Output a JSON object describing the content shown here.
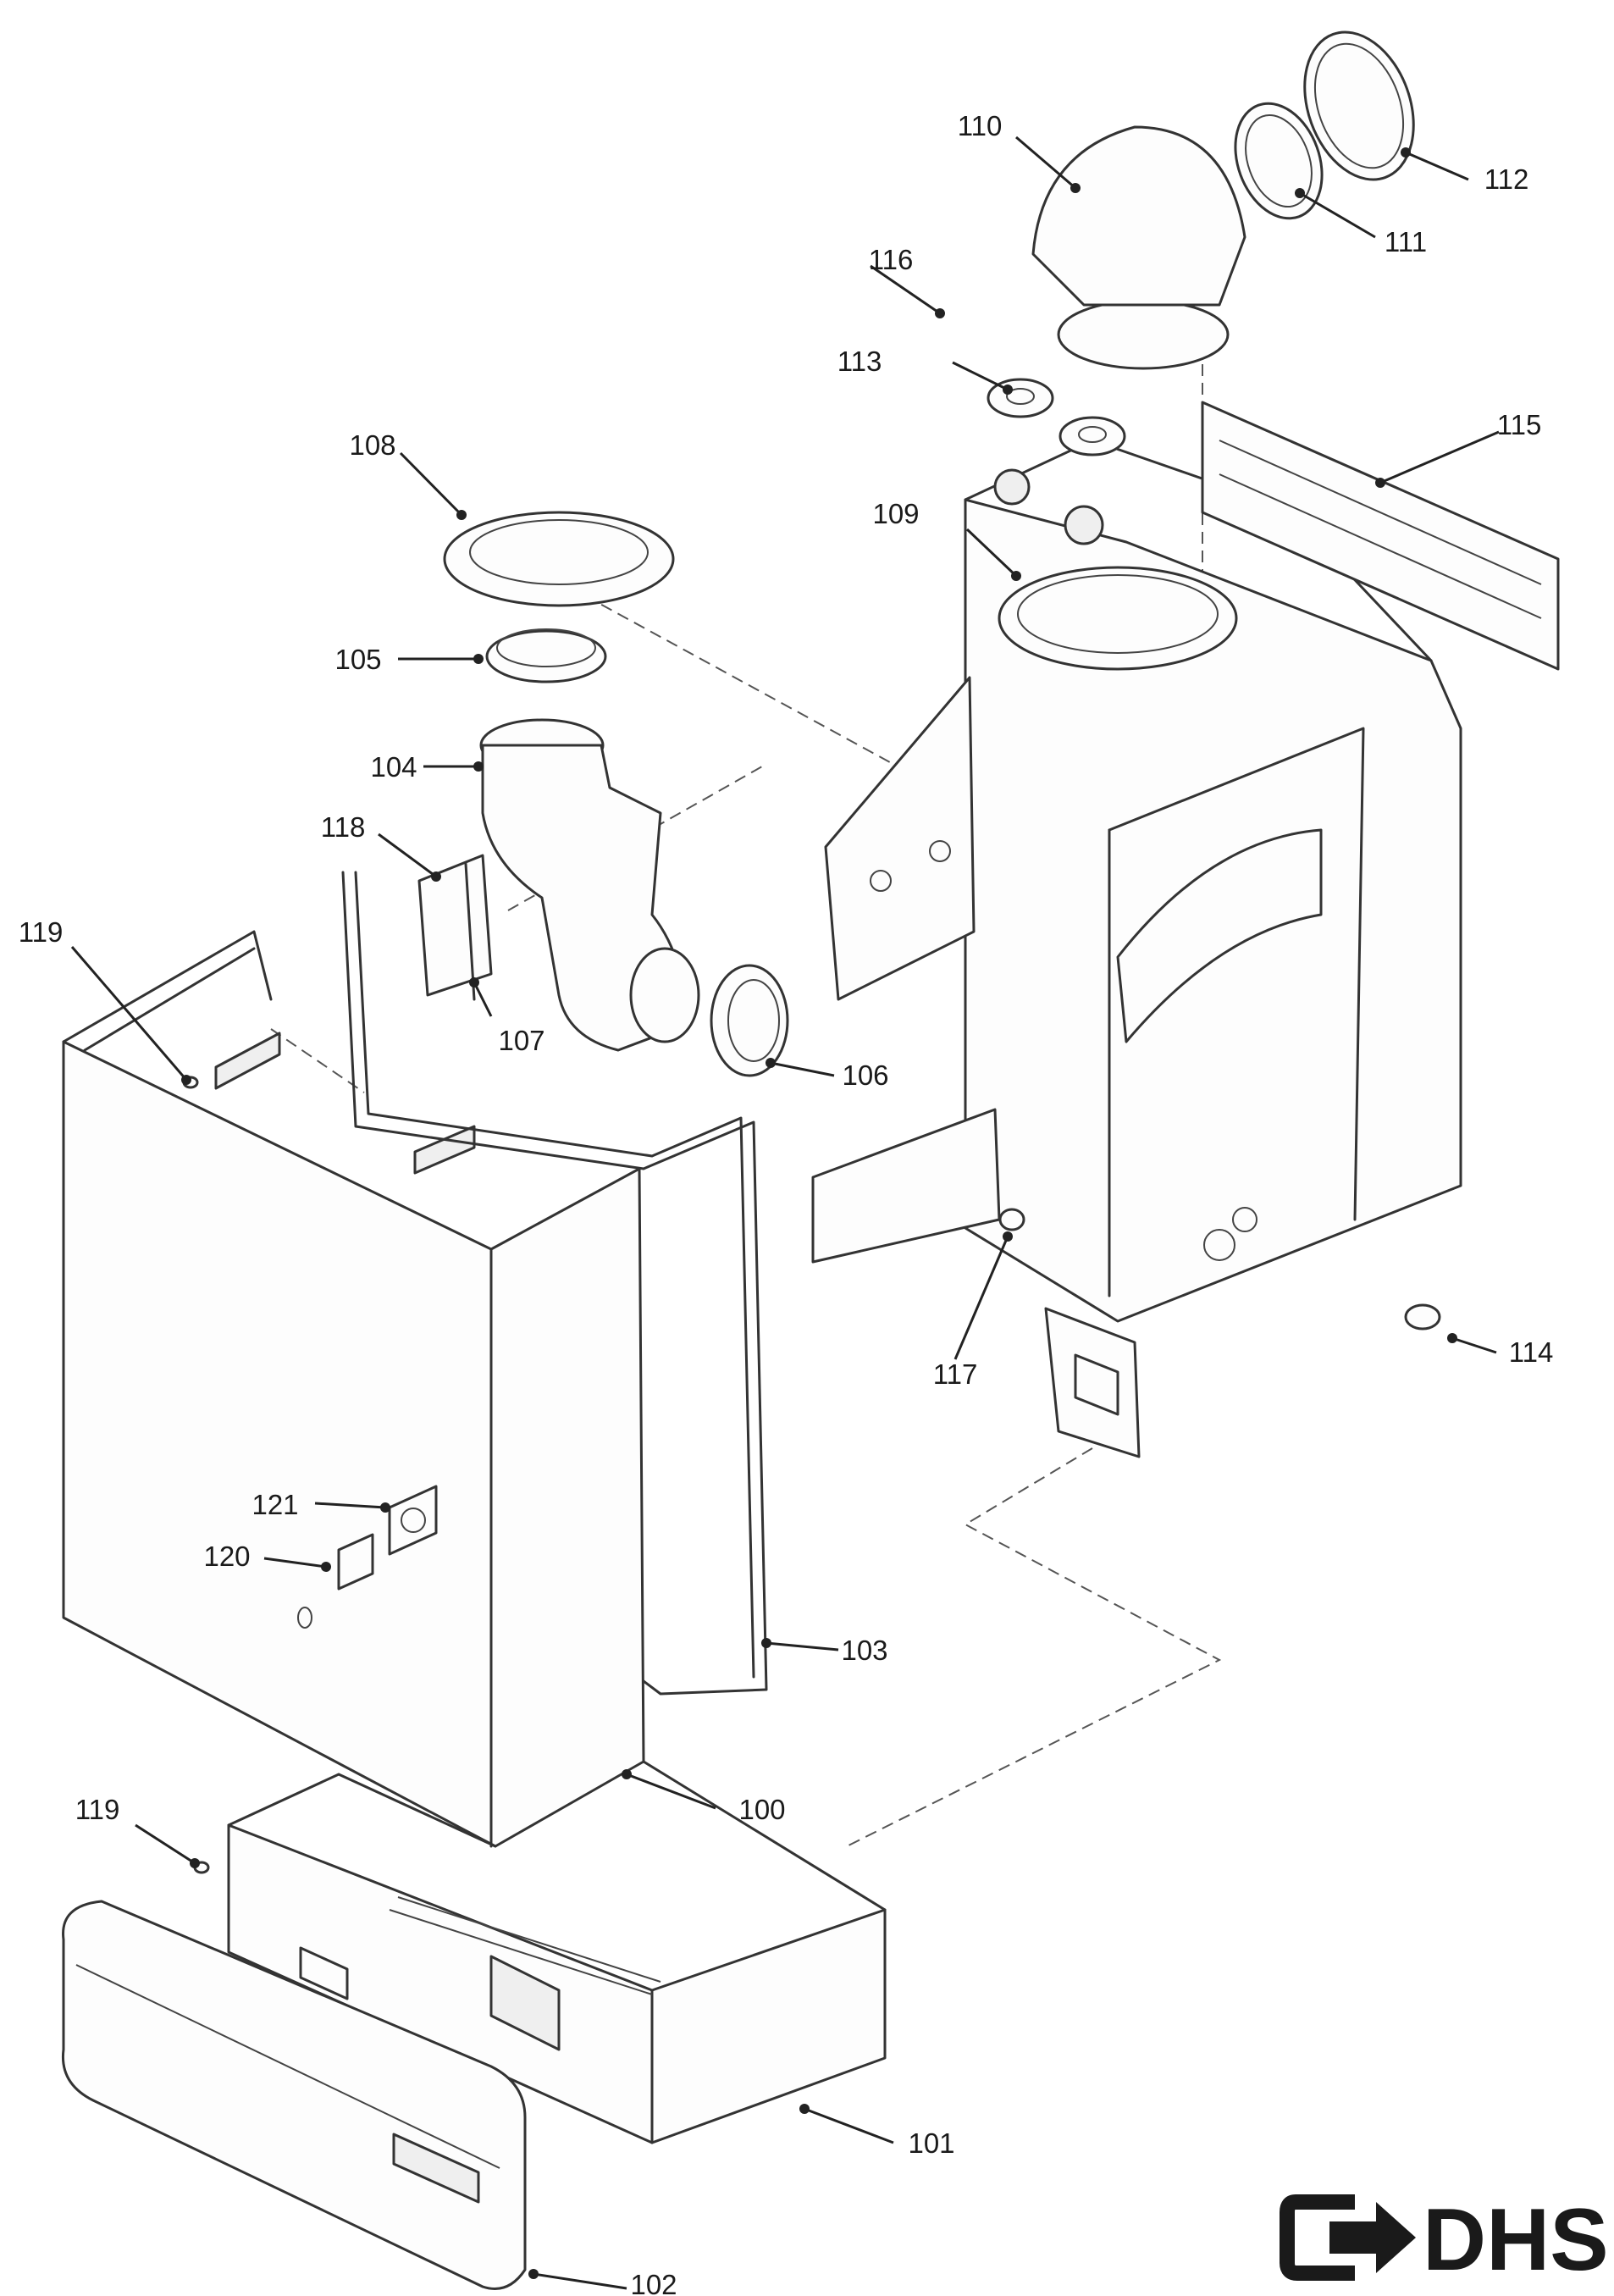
{
  "callouts": [
    {
      "id": "c100",
      "label": "100"
    },
    {
      "id": "c101",
      "label": "101"
    },
    {
      "id": "c102",
      "label": "102"
    },
    {
      "id": "c103",
      "label": "103"
    },
    {
      "id": "c104",
      "label": "104"
    },
    {
      "id": "c105",
      "label": "105"
    },
    {
      "id": "c106",
      "label": "106"
    },
    {
      "id": "c107",
      "label": "107"
    },
    {
      "id": "c108",
      "label": "108"
    },
    {
      "id": "c109",
      "label": "109"
    },
    {
      "id": "c110",
      "label": "110"
    },
    {
      "id": "c111",
      "label": "111"
    },
    {
      "id": "c112",
      "label": "112"
    },
    {
      "id": "c113",
      "label": "113"
    },
    {
      "id": "c114",
      "label": "114"
    },
    {
      "id": "c115",
      "label": "115"
    },
    {
      "id": "c116",
      "label": "116"
    },
    {
      "id": "c117",
      "label": "117"
    },
    {
      "id": "c118",
      "label": "118"
    },
    {
      "id": "c119a",
      "label": "119"
    },
    {
      "id": "c119b",
      "label": "119"
    },
    {
      "id": "c120",
      "label": "120"
    },
    {
      "id": "c121",
      "label": "121"
    }
  ],
  "logo": {
    "text": "DHS",
    "icon": "arrow-logo-icon"
  },
  "colors": {
    "ink": "#1a1a1a",
    "paper": "#ffffff"
  }
}
